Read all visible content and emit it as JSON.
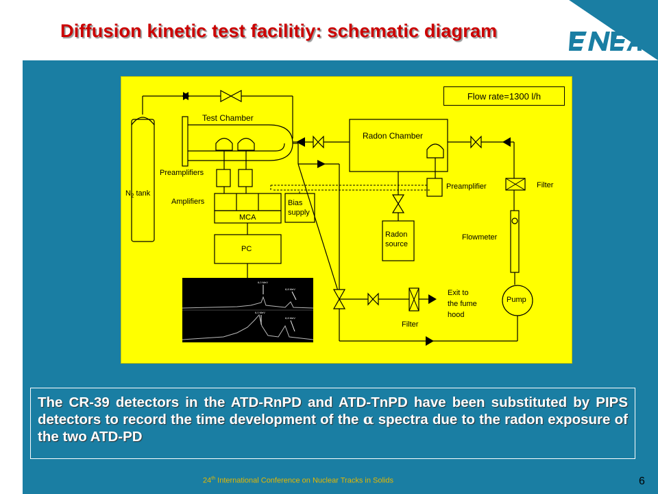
{
  "slide": {
    "title": "Diffusion kinetic test facilitiy: schematic diagram",
    "logo_text": "ENEA",
    "caption_part1": "The CR-39 detectors in the ATD-RnPD and ATD-TnPD have been substituted by PIPS detectors to record the time development of the",
    "caption_alpha": "α",
    "caption_part2": " spectra due to the radon exposure of the two ATD-PD",
    "footer_pre": "24",
    "footer_sup": "th",
    "footer_post": " International Conference on Nuclear Tracks in Solids",
    "page_number": "6"
  },
  "diagram": {
    "flow_rate": "Flow rate=1300 l/h",
    "labels": {
      "test_chamber": "Test Chamber",
      "radon_chamber": "Radon Chamber",
      "n2_tank_n": "N",
      "n2_tank_sub": "2",
      "n2_tank_rest": " tank",
      "preamplifiers": "Preamplifiers",
      "amplifiers": "Amplifiers",
      "mca": "MCA",
      "bias_1": "Bias",
      "bias_2": "supply",
      "pc": "PC",
      "preamplifier": "Preamplifier",
      "filter_right": "Filter",
      "flowmeter": "Flowmeter",
      "radon_source_1": "Radon",
      "radon_source_2": "source",
      "exit_1": "Exit to",
      "exit_2": "the fume",
      "exit_3": "hood",
      "pump": "Pump",
      "filter_bottom": "Filter"
    },
    "spectrum_labels": [
      "6,0 MeV",
      "8,8 MeV",
      "6,0 MeV",
      "8,8 MeV"
    ]
  },
  "colors": {
    "title_red": "#cc0000",
    "teal": "#1a7ea3",
    "diagram_yellow": "#ffff00",
    "footer_gold": "#e6b800"
  }
}
